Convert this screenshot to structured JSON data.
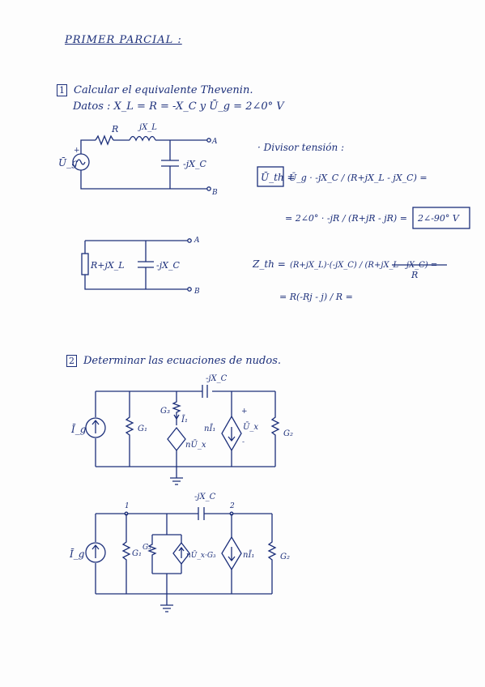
{
  "header": {
    "title": "PRIMER PARCIAL :"
  },
  "problem1": {
    "number": "1",
    "statement": "Calcular el equivalente Thevenin.",
    "data_line": "Datos : X_L = R = -X_C  y  Ū_g = 2∠0° V",
    "circuit": {
      "label_R": "R",
      "label_jXL": "jX_L",
      "label_jXC": "-jX_C",
      "label_Ug": "Ū_g",
      "terminal_A": "A",
      "terminal_B": "B",
      "plus": "+"
    },
    "divisor_title": "· Divisor tensión :",
    "eq_uth_lhs": "Ū_th =",
    "eq_uth_rhs": "Ū_g · -jX_C / (R+jX_L - jX_C) =",
    "eq_uth_step2": "= 2∠0° · -jR / (R+jR - jR) =",
    "eq_uth_result": "2∠-90° V",
    "equiv": {
      "label_series": "R+jX_L",
      "label_cap": "-jX_C",
      "terminal_A": "A",
      "terminal_B": "B"
    },
    "eq_zth_lhs": "Z_th =",
    "eq_zth_rhs": "(R+jX_L)·(-jX_C) / (R+jX_L - jX_C) =",
    "eq_zth_frac_den": "R",
    "eq_zth_step2": "= R(-Rj - j) / R ="
  },
  "problem2": {
    "number": "2",
    "statement": "Determinar las ecuaciones de nudos.",
    "circuit1": {
      "label_Ig": "Ī_g",
      "label_G1": "G₁",
      "label_G3": "G₃",
      "label_I1": "Ī₁",
      "label_dep_v": "nŪ_x",
      "label_dep_i": "nĪ₁",
      "label_Ux": "Ū_x",
      "label_G2": "G₂",
      "label_cap": "-jX_C",
      "plus": "+",
      "minus": "-"
    },
    "circuit2": {
      "node1": "1",
      "node2": "2",
      "label_Ig": "Ī_g",
      "label_G1": "G₁",
      "label_G3": "G₃",
      "label_dep": "nŪ_x·G₃",
      "label_dep_i": "nĪ₁",
      "label_G2": "G₂",
      "label_cap": "-jX_C"
    }
  }
}
